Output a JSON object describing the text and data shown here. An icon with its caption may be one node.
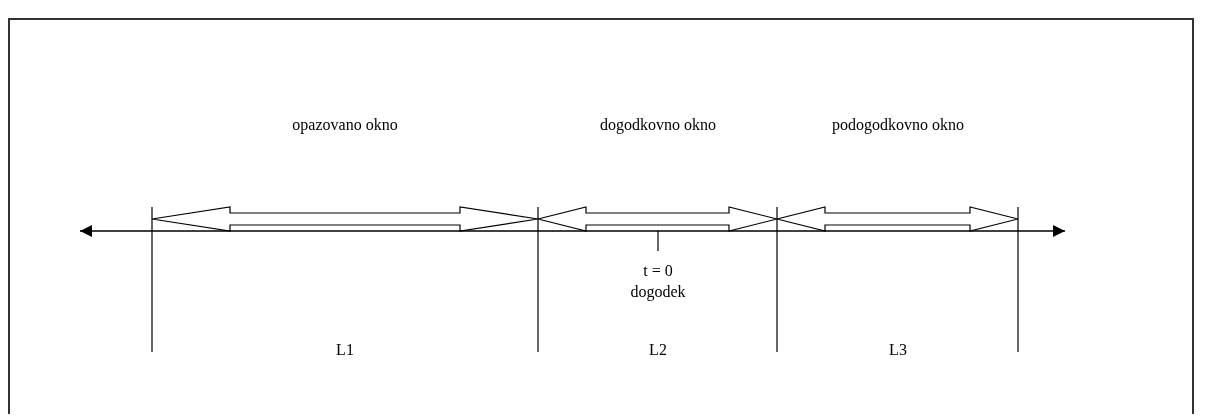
{
  "diagram": {
    "labels": [
      "opazovano okno",
      "dogodkovno okno",
      "podogodkovno okno",
      "t = 0",
      "dogodek",
      "L1",
      "L2",
      "L3"
    ]
  }
}
